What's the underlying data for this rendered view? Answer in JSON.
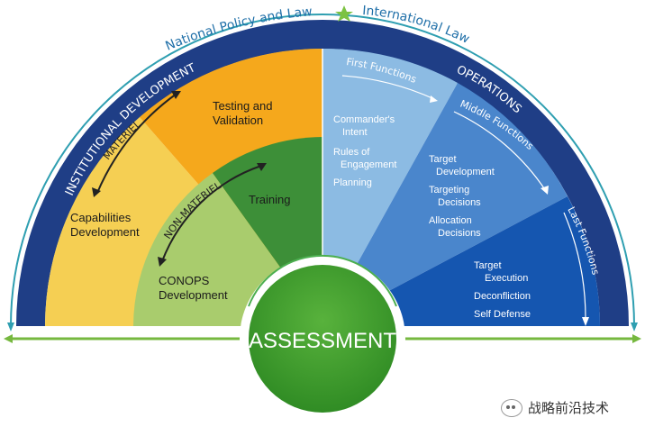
{
  "law": {
    "left": "National Policy and Law",
    "right": "International Law"
  },
  "left_band": "INSTITUTIONAL DEVELOPMENT",
  "right_band": "OPERATIONS",
  "materiel": "MATERIEL",
  "non_materiel": "NON-MATERIEL",
  "sectors": {
    "testing": [
      "Testing and",
      "Validation"
    ],
    "capabilities": [
      "Capabilities",
      "Development"
    ],
    "training": "Training",
    "conops": [
      "CONOPS",
      "Development"
    ]
  },
  "functions": {
    "first": {
      "title": "First Functions",
      "items": [
        [
          "Commander's",
          "Intent"
        ],
        [
          "Rules of",
          "Engagement"
        ],
        [
          "Planning"
        ]
      ]
    },
    "middle": {
      "title": "Middle Functions",
      "items": [
        [
          "Target",
          "Development"
        ],
        [
          "Targeting",
          "Decisions"
        ],
        [
          "Allocation",
          "Decisions"
        ]
      ]
    },
    "last": {
      "title": "Last Functions",
      "items": [
        [
          "Target",
          "Execution"
        ],
        [
          "Deconfliction"
        ],
        [
          "Self Defense"
        ]
      ]
    }
  },
  "center": "ASSESSMENT",
  "watermark": "战略前沿技术",
  "colors": {
    "navy": "#1f3e86",
    "blue_mid": "#4a86cc",
    "blue_dark": "#1556b0",
    "blue_light": "#8cbbe3",
    "orange": "#f5a81c",
    "yellow": "#f5cf53",
    "green_dark": "#3d8f38",
    "green_light": "#a9cc6d",
    "teal": "#1f8d86",
    "assessment": "#3e9a2c"
  }
}
